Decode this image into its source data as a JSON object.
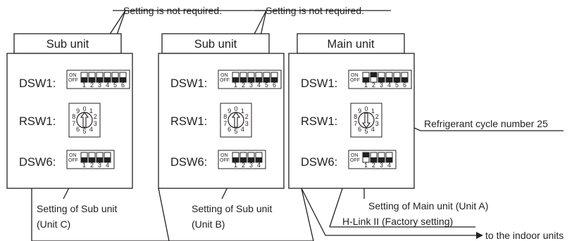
{
  "annotations": {
    "not_required_1": "Setting is not required.",
    "not_required_2": "Setting is not required.",
    "refrigerant_cycle": "Refrigerant cycle number 25",
    "sub_c_line1": "Setting of Sub unit",
    "sub_c_line2": "(Unit C)",
    "sub_b_line1": "Setting of Sub unit",
    "sub_b_line2": "(Unit B)",
    "main_a": "Setting of Main unit (Unit A)",
    "hlink": "H-Link II (Factory setting)",
    "indoor": "to the indoor units"
  },
  "switch_labels": {
    "on": "ON",
    "off": "OFF"
  },
  "units": [
    {
      "title": "Sub unit",
      "dsw1_label": "DSW1:",
      "rsw1_label": "RSW1:",
      "dsw6_label": "DSW6:",
      "dsw1": {
        "positions": [
          "1",
          "2",
          "3",
          "4",
          "5",
          "6"
        ],
        "on": [
          false,
          false,
          false,
          false,
          false,
          false
        ]
      },
      "rsw1": {
        "digits": [
          "0",
          "1",
          "2",
          "3",
          "4",
          "5",
          "6",
          "7",
          "8",
          "9"
        ],
        "setting": "0"
      },
      "dsw6": {
        "positions": [
          "1",
          "2",
          "3",
          "4"
        ],
        "on": [
          false,
          false,
          false,
          false
        ]
      }
    },
    {
      "title": "Sub unit",
      "dsw1_label": "DSW1:",
      "rsw1_label": "RSW1:",
      "dsw6_label": "DSW6:",
      "dsw1": {
        "positions": [
          "1",
          "2",
          "3",
          "4",
          "5",
          "6"
        ],
        "on": [
          false,
          false,
          false,
          false,
          false,
          false
        ]
      },
      "rsw1": {
        "digits": [
          "0",
          "1",
          "2",
          "3",
          "4",
          "5",
          "6",
          "7",
          "8",
          "9"
        ],
        "setting": "0"
      },
      "dsw6": {
        "positions": [
          "1",
          "2",
          "3",
          "4"
        ],
        "on": [
          false,
          false,
          false,
          false
        ]
      }
    },
    {
      "title": "Main unit",
      "dsw1_label": "DSW1:",
      "rsw1_label": "RSW1:",
      "dsw6_label": "DSW6:",
      "dsw1": {
        "positions": [
          "1",
          "2",
          "3",
          "4",
          "5",
          "6"
        ],
        "on": [
          false,
          true,
          false,
          false,
          false,
          false
        ]
      },
      "rsw1": {
        "digits": [
          "0",
          "1",
          "2",
          "3",
          "4",
          "5",
          "6",
          "7",
          "8",
          "9"
        ],
        "setting": "5"
      },
      "dsw6": {
        "positions": [
          "1",
          "2",
          "3",
          "4"
        ],
        "on": [
          true,
          false,
          false,
          false
        ]
      }
    }
  ],
  "colors": {
    "ink": "#231f20",
    "background": "#ffffff"
  }
}
